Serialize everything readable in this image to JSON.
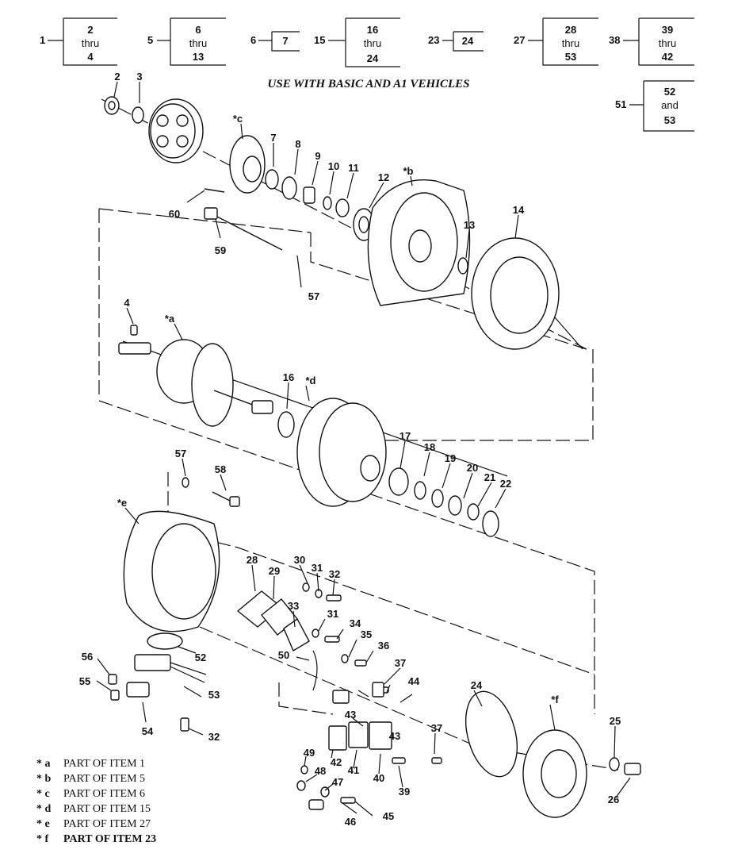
{
  "title": "USE WITH BASIC AND A1 VEHICLES",
  "groups": [
    {
      "id": "1",
      "lines": [
        "2",
        "thru",
        "4"
      ]
    },
    {
      "id": "5",
      "lines": [
        "6",
        "thru",
        "13"
      ]
    },
    {
      "id": "6",
      "lines": [
        "7"
      ]
    },
    {
      "id": "15",
      "lines": [
        "16",
        "thru",
        "24"
      ]
    },
    {
      "id": "23",
      "lines": [
        "24"
      ]
    },
    {
      "id": "27",
      "lines": [
        "28",
        "thru",
        "53"
      ]
    },
    {
      "id": "38",
      "lines": [
        "39",
        "thru",
        "42"
      ]
    },
    {
      "id": "51",
      "lines": [
        "52",
        "and",
        "53"
      ]
    }
  ],
  "callouts": [
    "2",
    "3",
    "*c",
    "7",
    "8",
    "9",
    "10",
    "11",
    "12",
    "*b",
    "60",
    "59",
    "57",
    "13",
    "14",
    "4",
    "*a",
    "16",
    "*d",
    "17",
    "18",
    "19",
    "20",
    "21",
    "22",
    "57",
    "58",
    "*e",
    "28",
    "29",
    "30",
    "31",
    "32",
    "33",
    "31",
    "34",
    "35",
    "36",
    "50",
    "37",
    "52",
    "56",
    "55",
    "53",
    "54",
    "32",
    "44",
    "43",
    "43",
    "24",
    "*f",
    "25",
    "26",
    "49",
    "48",
    "47",
    "46",
    "45",
    "42",
    "41",
    "40",
    "39",
    "37"
  ],
  "legend": [
    {
      "mark": "* a",
      "text": "PART OF ITEM 1"
    },
    {
      "mark": "* b",
      "text": "PART OF ITEM 5"
    },
    {
      "mark": "* c",
      "text": "PART OF ITEM 6"
    },
    {
      "mark": "* d",
      "text": "PART OF ITEM 15"
    },
    {
      "mark": "* e",
      "text": "PART OF ITEM 27"
    },
    {
      "mark": "* f",
      "text": "PART OF ITEM 23"
    }
  ]
}
